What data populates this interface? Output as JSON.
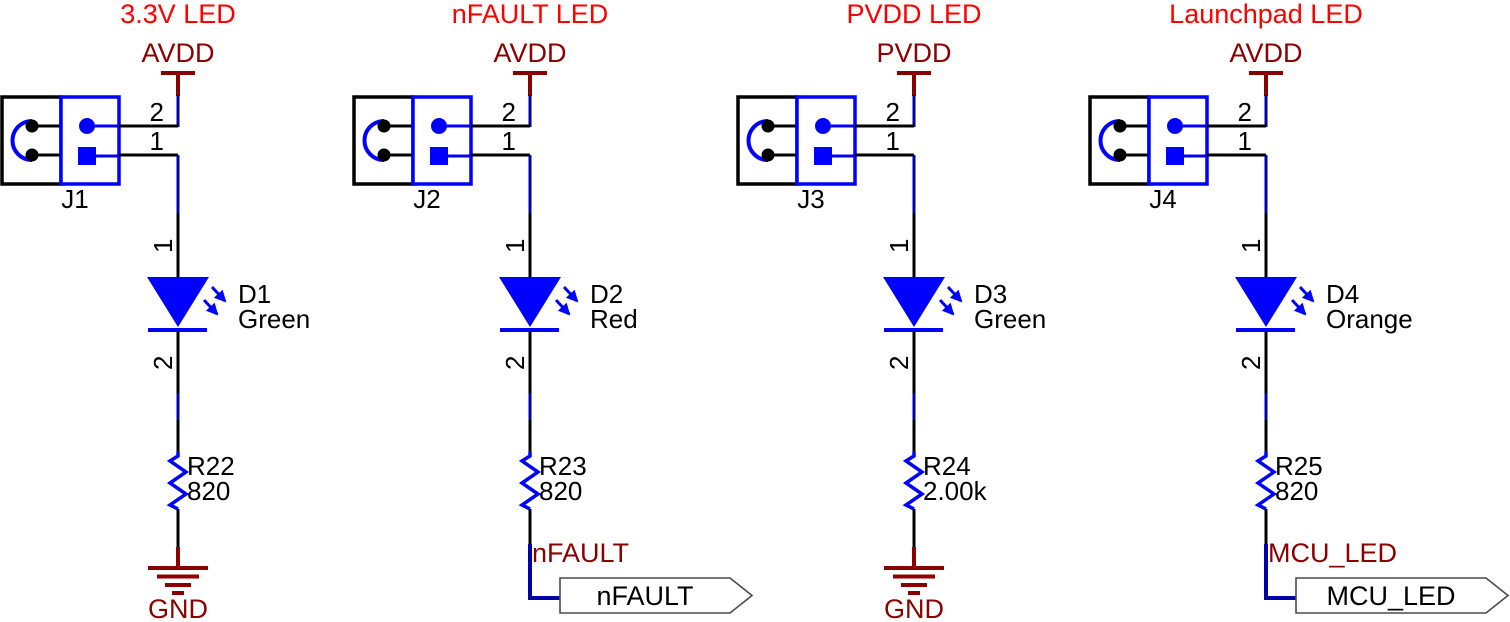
{
  "schematic": {
    "colors": {
      "title": "#FF0000",
      "power_net": "#8B0000",
      "component": "#0000FF",
      "wire_blue": "#0000AA",
      "wire_black": "#000000",
      "flag_fill": "#FFFFFF",
      "flag_outline": "#4A4A4A"
    },
    "circuits": [
      {
        "title": "3.3V LED",
        "power_net": "AVDD",
        "jumper": {
          "ref": "J1",
          "pin_top": "2",
          "pin_bottom": "1"
        },
        "led": {
          "ref": "D1",
          "color": "Green",
          "pin_top": "1",
          "pin_bottom": "2"
        },
        "resistor": {
          "ref": "R22",
          "value": "820"
        },
        "termination": {
          "type": "ground",
          "label": "GND"
        }
      },
      {
        "title": "nFAULT LED",
        "power_net": "AVDD",
        "jumper": {
          "ref": "J2",
          "pin_top": "2",
          "pin_bottom": "1"
        },
        "led": {
          "ref": "D2",
          "color": "Red",
          "pin_top": "1",
          "pin_bottom": "2"
        },
        "resistor": {
          "ref": "R23",
          "value": "820"
        },
        "termination": {
          "type": "net_flag",
          "net_name": "nFAULT",
          "flag_label": "nFAULT"
        }
      },
      {
        "title": "PVDD LED",
        "power_net": "PVDD",
        "jumper": {
          "ref": "J3",
          "pin_top": "2",
          "pin_bottom": "1"
        },
        "led": {
          "ref": "D3",
          "color": "Green",
          "pin_top": "1",
          "pin_bottom": "2"
        },
        "resistor": {
          "ref": "R24",
          "value": "2.00k"
        },
        "termination": {
          "type": "ground",
          "label": "GND"
        }
      },
      {
        "title": "Launchpad LED",
        "power_net": "AVDD",
        "jumper": {
          "ref": "J4",
          "pin_top": "2",
          "pin_bottom": "1"
        },
        "led": {
          "ref": "D4",
          "color": "Orange",
          "pin_top": "1",
          "pin_bottom": "2"
        },
        "resistor": {
          "ref": "R25",
          "value": "820"
        },
        "termination": {
          "type": "net_flag",
          "net_name": "MCU_LED",
          "flag_label": "MCU_LED"
        }
      }
    ]
  }
}
